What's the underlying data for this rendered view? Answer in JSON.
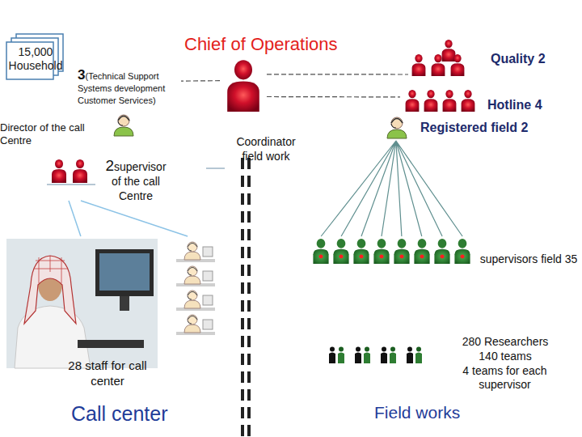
{
  "diagram": {
    "nodes": [
      {
        "text": [
          "15,000 Household"
        ]
      },
      {
        "text": [
          "Chief of Operations"
        ]
      },
      {
        "text": [
          "3",
          "(Technical Support Systems development Customer Services)"
        ]
      },
      {
        "text": [
          "Quality 2"
        ]
      },
      {
        "text": [
          "Hotline 4"
        ]
      },
      {
        "text": [
          "Director of the call Centre"
        ]
      },
      {
        "text": [
          "2",
          "supervisor of the call Centre"
        ]
      },
      {
        "text": [
          "28 staff for call center"
        ]
      },
      {
        "text": [
          "Coordinator field work"
        ]
      },
      {
        "text": [
          "Registered field 2"
        ]
      },
      {
        "text": [
          "supervisors field 35"
        ]
      },
      {
        "text": [
          "280 Researchers",
          "140 teams",
          "4 teams for each supervisor"
        ]
      }
    ],
    "edges": [
      {
        "from": 1,
        "to": 2,
        "arrow": "none"
      },
      {
        "from": 1,
        "to": 3,
        "arrow": "none"
      },
      {
        "from": 1,
        "to": 4,
        "arrow": "none"
      },
      {
        "from": 6,
        "to": 7,
        "arrow": "none"
      },
      {
        "from": 9,
        "to": 10,
        "arrow": "none"
      }
    ],
    "labels": [
      "Call center",
      "Field works"
    ]
  }
}
